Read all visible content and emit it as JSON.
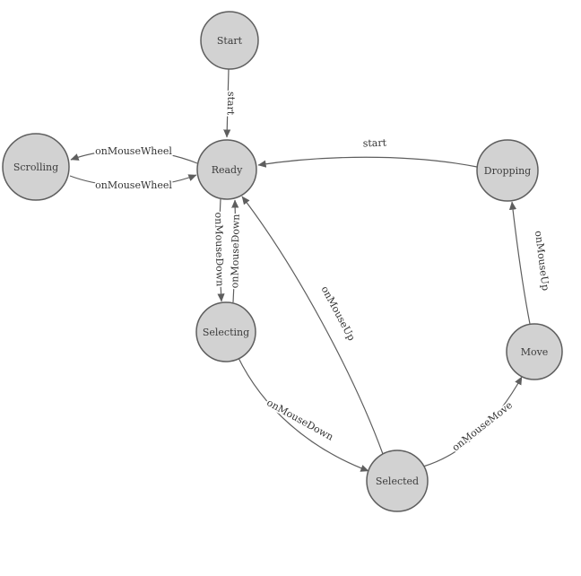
{
  "diagram": {
    "type": "state-machine",
    "colors": {
      "background": "#ffffff",
      "node_fill": "#d2d2d2",
      "node_stroke": "#5e5e5e",
      "edge": "#5e5e5e",
      "label": "#333333"
    },
    "nodes": [
      {
        "id": "start",
        "label": "Start"
      },
      {
        "id": "scrolling",
        "label": "Scrolling"
      },
      {
        "id": "ready",
        "label": "Ready"
      },
      {
        "id": "dropping",
        "label": "Dropping"
      },
      {
        "id": "selecting",
        "label": "Selecting"
      },
      {
        "id": "move",
        "label": "Move"
      },
      {
        "id": "selected",
        "label": "Selected"
      }
    ],
    "edges": [
      {
        "from": "start",
        "to": "ready",
        "label": "start"
      },
      {
        "from": "ready",
        "to": "scrolling",
        "label": "onMouseWheel"
      },
      {
        "from": "scrolling",
        "to": "ready",
        "label": "onMouseWheel"
      },
      {
        "from": "ready",
        "to": "selecting",
        "label": "onMouseDown"
      },
      {
        "from": "selecting",
        "to": "ready",
        "label": "onMouseDown"
      },
      {
        "from": "dropping",
        "to": "ready",
        "label": "start"
      },
      {
        "from": "selected",
        "to": "ready",
        "label": "onMouseUp"
      },
      {
        "from": "selecting",
        "to": "selected",
        "label": "onMouseDown"
      },
      {
        "from": "selected",
        "to": "move",
        "label": "onMouseMove"
      },
      {
        "from": "move",
        "to": "dropping",
        "label": "onMouseUp"
      }
    ]
  }
}
